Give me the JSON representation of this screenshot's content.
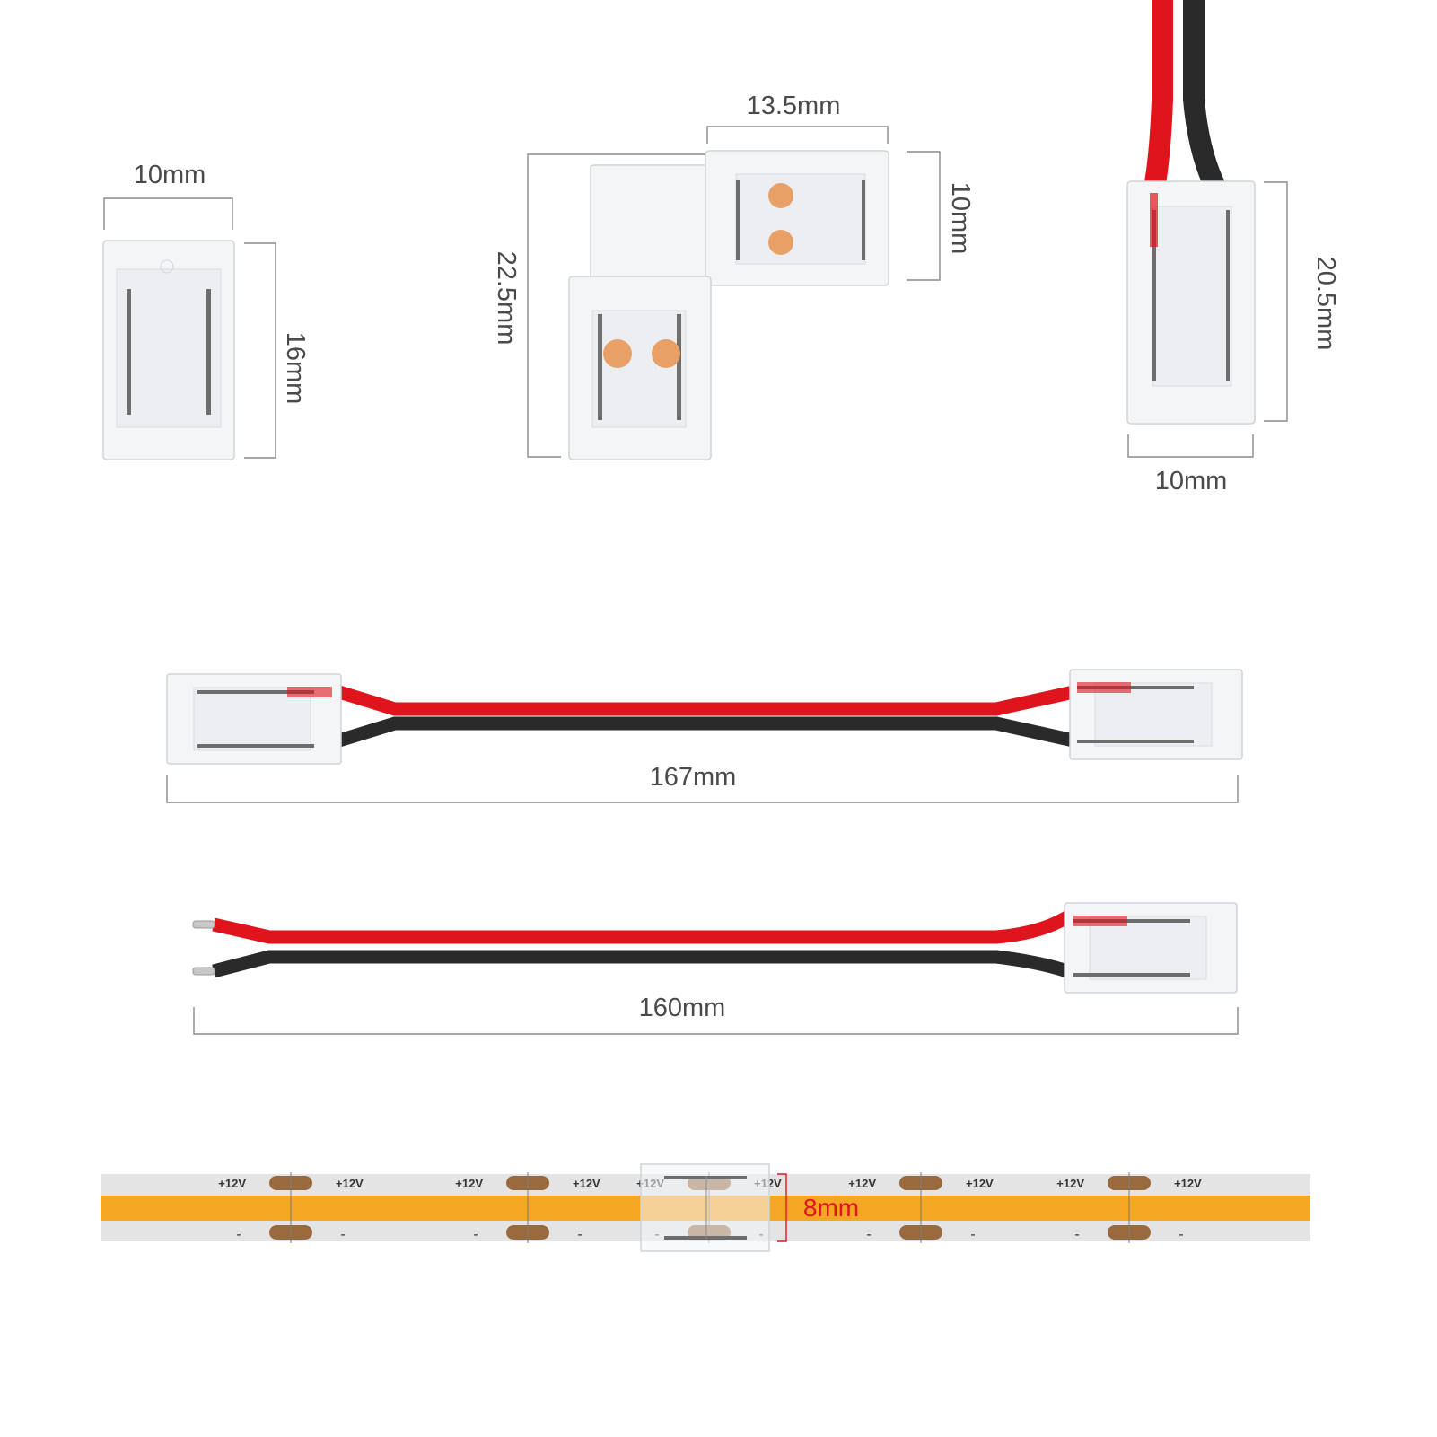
{
  "dimensions": {
    "straight_width": "10mm",
    "straight_height": "16mm",
    "corner_top_width": "13.5mm",
    "corner_side_height": "10mm",
    "corner_total_height": "22.5mm",
    "pigtail_height": "20.5mm",
    "pigtail_width": "10mm",
    "jumper_length": "167mm",
    "pigtail_cable_length": "160mm",
    "strip_width": "8mm"
  },
  "strip": {
    "plus_label": "+12V",
    "minus_label": "-"
  },
  "colors": {
    "wire_red": "#e0141c",
    "wire_black": "#2a2a2a",
    "strip_led": "#f5a623",
    "dimension_accent": "#e0141c"
  }
}
